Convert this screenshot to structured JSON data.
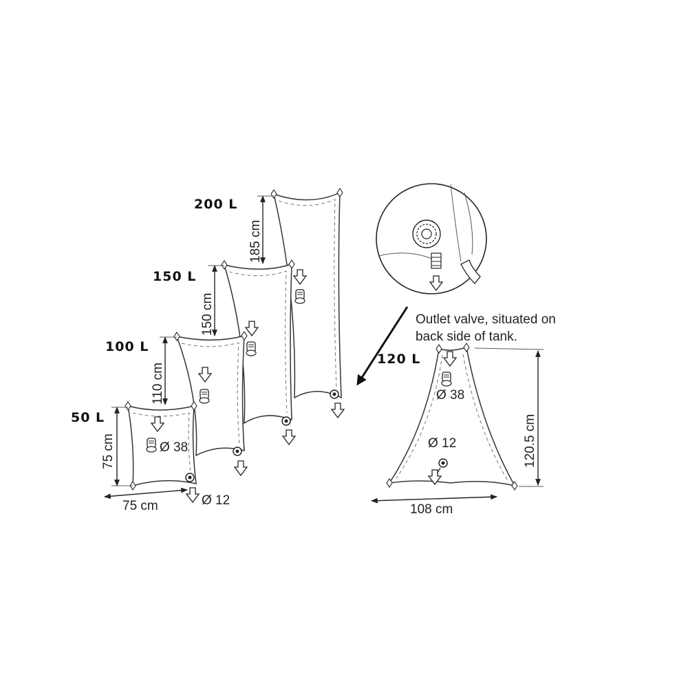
{
  "tanks": [
    {
      "capacity": "200 L",
      "height": "185 cm"
    },
    {
      "capacity": "150 L",
      "height": "150 cm"
    },
    {
      "capacity": "100 L",
      "height": "110 cm"
    },
    {
      "capacity": "50 L",
      "height": "75 cm",
      "width": "75 cm"
    }
  ],
  "valves": {
    "large": "Ø 38",
    "small": "Ø 12"
  },
  "tank_120": {
    "capacity": "120 L",
    "height": "120.5 cm",
    "width": "108 cm",
    "large_valve": "Ø 38",
    "small_valve": "Ø 12"
  },
  "callout": {
    "line1": "Outlet valve, situated on",
    "line2": "back side of tank."
  }
}
